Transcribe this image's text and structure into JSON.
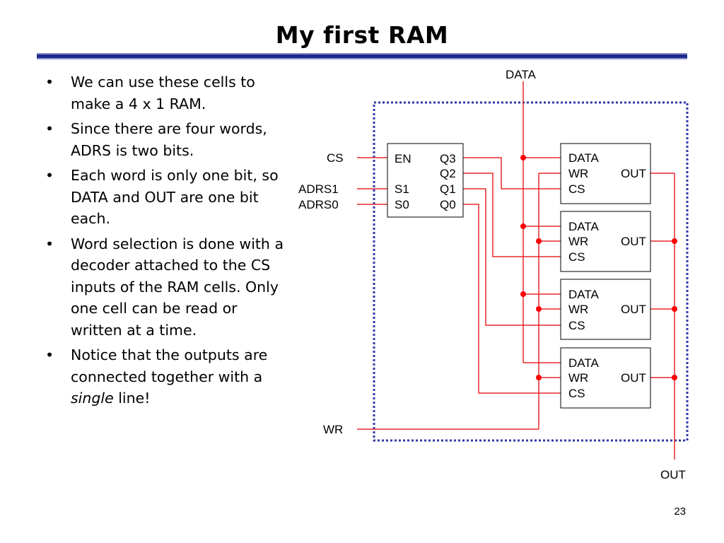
{
  "slide": {
    "title": "My first RAM",
    "page_number": "23"
  },
  "bullets": [
    {
      "text": "We can use these cells to make a 4 x 1 RAM."
    },
    {
      "text": "Since there are four words, ADRS is two bits."
    },
    {
      "text": "Each word is only one bit, so DATA and OUT are one bit each."
    },
    {
      "text": "Word selection is done with a decoder attached to the CS inputs of the RAM cells. Only one cell can be read or written at a time."
    },
    {
      "text_before": "Notice that the outputs are connected together with a ",
      "emphasis": "single",
      "text_after": " line!"
    }
  ],
  "diagram": {
    "inputs": {
      "cs": "CS",
      "adrs1": "ADRS1",
      "adrs0": "ADRS0",
      "wr": "WR",
      "data": "DATA"
    },
    "output": "OUT",
    "decoder": {
      "en": "EN",
      "s1": "S1",
      "s0": "S0",
      "q3": "Q3",
      "q2": "Q2",
      "q1": "Q1",
      "q0": "Q0"
    },
    "cell_labels": {
      "data": "DATA",
      "wr": "WR",
      "cs": "CS",
      "out": "OUT"
    },
    "colors": {
      "wire": "#e8282d",
      "dot": "#ff0000",
      "border": "#3338a8"
    }
  }
}
